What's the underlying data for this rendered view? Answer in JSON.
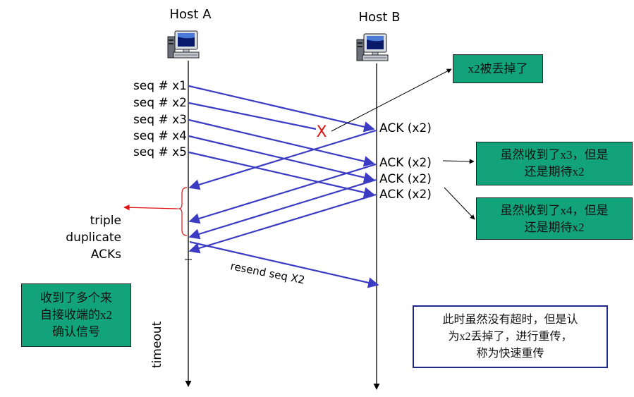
{
  "hosts": {
    "a_label": "Host A",
    "b_label": "Host B"
  },
  "sequence": {
    "seq_labels": [
      "seq # x1",
      "seq # x2",
      "seq # x3",
      "seq # x4",
      "seq # x5"
    ],
    "ack_labels": [
      "ACK (x2)",
      "ACK (x2)",
      "ACK (x2)",
      "ACK (x2)"
    ],
    "lost_mark": "X",
    "resend_label": "resend seq X2",
    "timeout_label": "timeout",
    "triple_lines": [
      "triple",
      "duplicate",
      "ACKs"
    ]
  },
  "notes": {
    "lost": "x2被丢掉了",
    "x3": [
      "虽然收到了x3，但是",
      "还是期待x2"
    ],
    "x4": [
      "虽然收到了x4，但是",
      "还是期待x2"
    ],
    "multi": [
      "收到了多个来",
      "自接收端的x2",
      "确认信号"
    ],
    "fast_retransmit": [
      "此时虽然没有超时，但是认",
      "为x2丢掉了，进行重传，",
      "称为快速重传"
    ]
  },
  "colors": {
    "arrow": "#3b3bc4",
    "note_green": "#13a37b",
    "note_border_blue": "#1c2a8c",
    "red": "#e01010",
    "timeline": "#000000"
  },
  "icons": [
    "computer-icon"
  ]
}
